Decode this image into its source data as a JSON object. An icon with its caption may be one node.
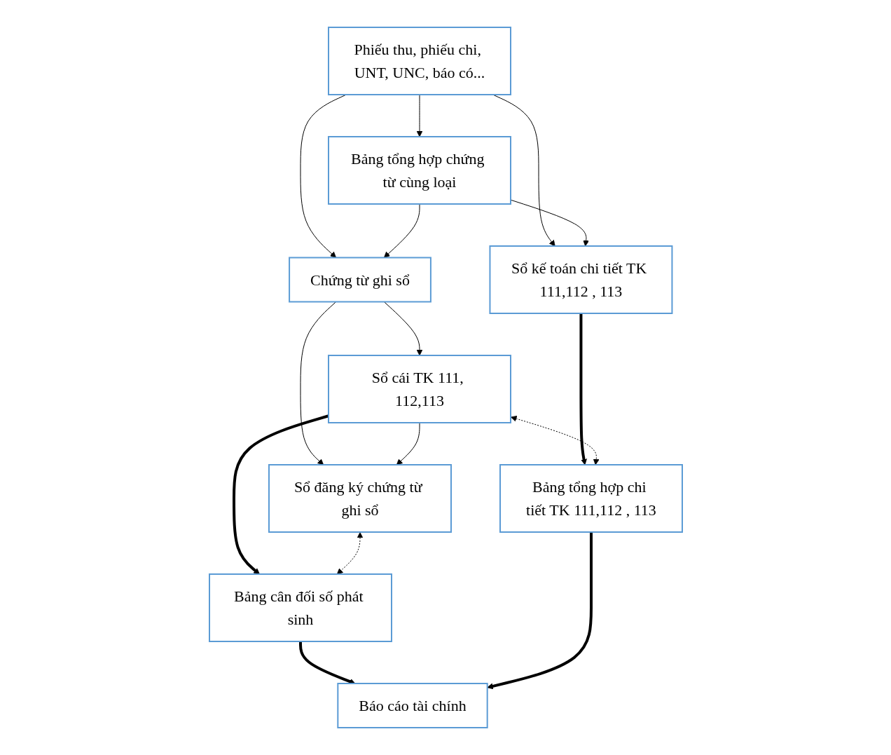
{
  "diagram": {
    "nodes": [
      {
        "text": [
          "Phiếu thu, phiếu chi, UNT, UNC, báo có..."
        ]
      },
      {
        "text": [
          "Bảng tổng hợp chứng từ cùng loại"
        ]
      },
      {
        "text": [
          "Sổ kế toán chi tiết TK 111,112 , 113"
        ]
      },
      {
        "text": [
          "Sổ đăng ký chứng từ ghi sổ"
        ]
      },
      {
        "text": [
          "Chứng từ ghi sổ"
        ]
      },
      {
        "text": [
          "Sổ cái TK 111, 112,113"
        ]
      },
      {
        "text": [
          "Bảng tổng hợp chi tiết TK 111,112 , 113"
        ]
      },
      {
        "text": [
          "Bảng cân đối số phát sinh"
        ]
      },
      {
        "text": [
          "Báo cáo tài chính"
        ]
      }
    ],
    "edges": [
      {
        "from": 0,
        "to": 1,
        "arrow": "to"
      },
      {
        "from": 0,
        "to": 2,
        "arrow": "to"
      },
      {
        "from": 0,
        "to": 4,
        "arrow": "to"
      },
      {
        "from": 1,
        "to": 2,
        "arrow": "to"
      },
      {
        "from": 1,
        "to": 4,
        "arrow": "to"
      },
      {
        "from": 4,
        "to": 3,
        "arrow": "to"
      },
      {
        "from": 4,
        "to": 5,
        "arrow": "to"
      },
      {
        "from": 5,
        "to": 3,
        "arrow": "to"
      },
      {
        "from": 2,
        "to": 6,
        "arrow": "to",
        "style": "thick"
      },
      {
        "from": 5,
        "to": 6,
        "arrow": "both",
        "style": "dashed"
      },
      {
        "from": 5,
        "to": 7,
        "arrow": "to",
        "style": "thick"
      },
      {
        "from": 3,
        "to": 7,
        "arrow": "both",
        "style": "dashed"
      },
      {
        "from": 7,
        "to": 8,
        "arrow": "to",
        "style": "thick"
      },
      {
        "from": 6,
        "to": 8,
        "arrow": "to",
        "style": "thick"
      }
    ]
  }
}
